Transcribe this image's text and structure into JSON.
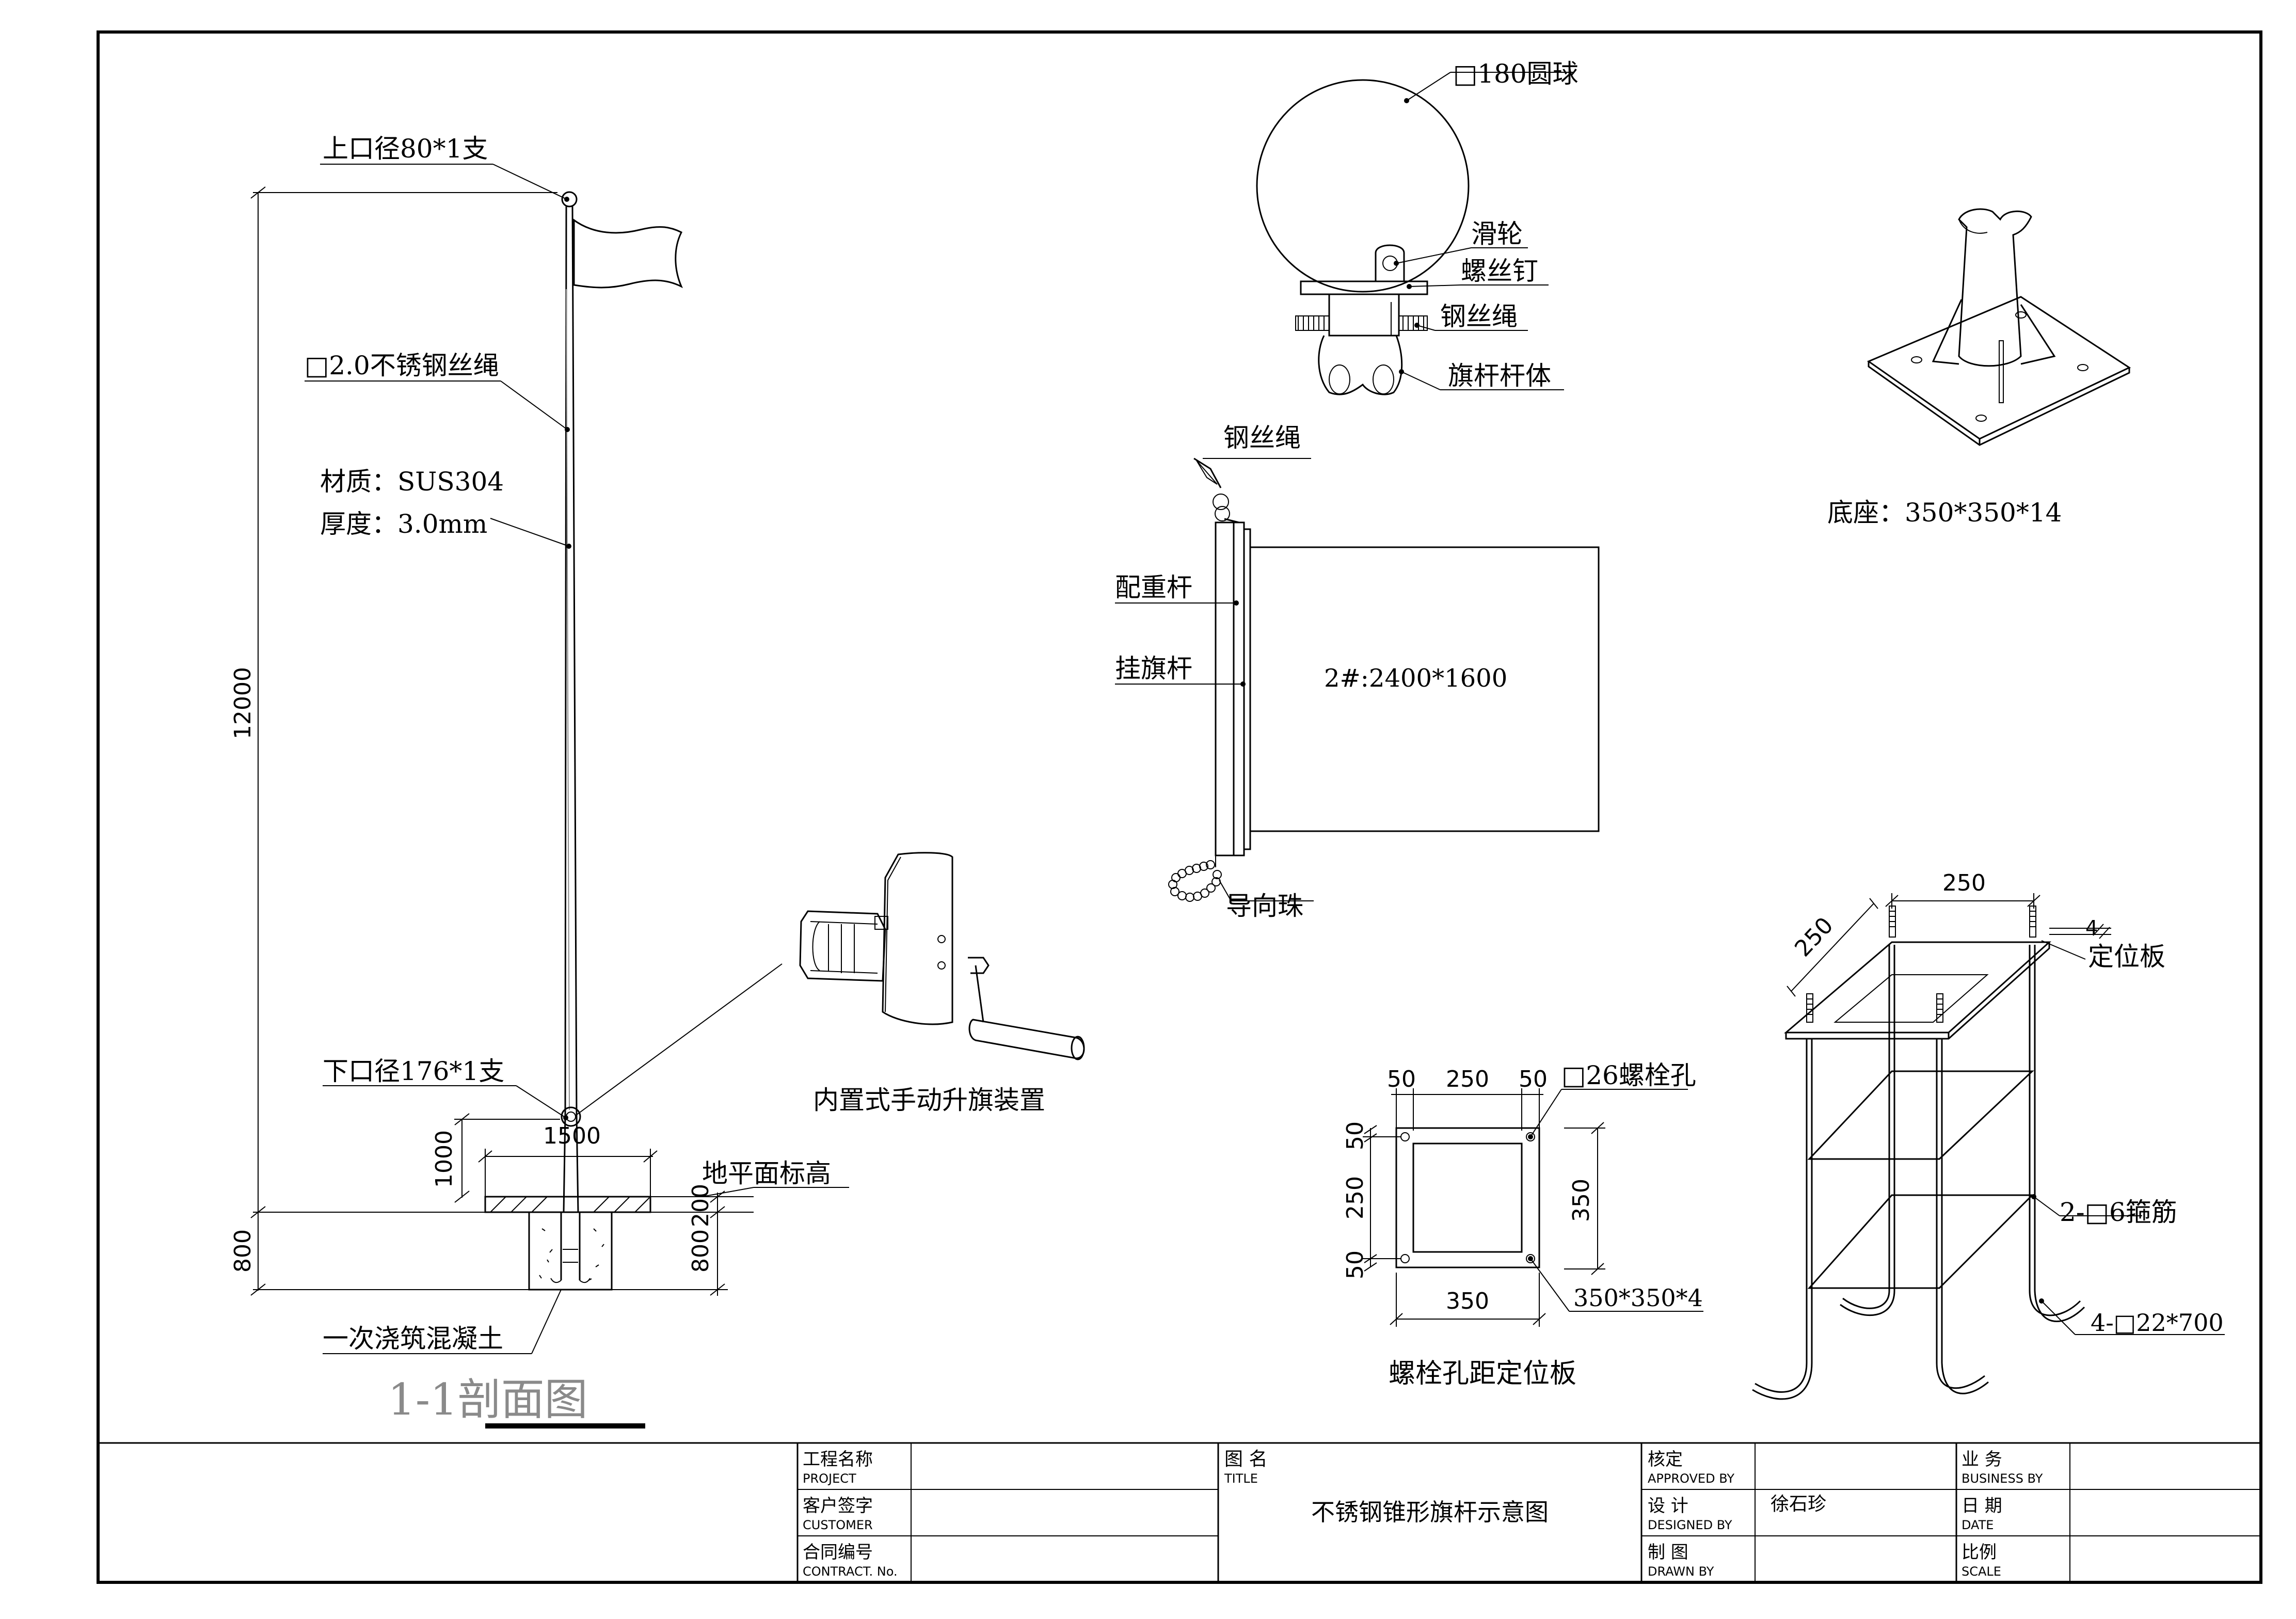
{
  "labels": {
    "top_diameter": "上口径80*1支",
    "wire_rope_spec": "□2.0不锈钢丝绳",
    "material": "材质：SUS304",
    "thickness": "厚度：3.0mm",
    "bottom_diameter": "下口径176*1支",
    "ground_level": "地平面标高",
    "concrete": "一次浇筑混凝土",
    "section_title": "1-1剖面图",
    "winch": "内置式手动升旗装置",
    "ball": "□180圆球",
    "pulley": "滑轮",
    "screw": "螺丝钉",
    "wire_rope": "钢丝绳",
    "pole_body": "旗杆杆体",
    "wire_rope_2": "钢丝绳",
    "counterweight": "配重杆",
    "flag_rod": "挂旗杆",
    "flag_size": "2#:2400*1600",
    "guide_bead": "导向珠",
    "base_plate": "底座：350*350*14",
    "bolt_hole": "□26螺栓孔",
    "plate_spec": "350*350*4",
    "bolt_plate_title": "螺栓孔距定位板",
    "positioning_plate": "定位板",
    "stirrup": "2-□6箍筋",
    "anchor": "4-□22*700"
  },
  "dimensions": {
    "pole_height": "12000",
    "foundation_depth": "800",
    "plinth_height": "1000",
    "plinth_width": "1500",
    "plinth_thickness": "200",
    "foundation_depth_right": "800",
    "hole_edge_left": "50",
    "hole_spacing": "250",
    "hole_edge_right": "50",
    "hole_edge_top": "50",
    "hole_spacing_v": "250",
    "hole_edge_bottom": "50",
    "plate_height": "350",
    "plate_width": "350",
    "cage_width": "250",
    "cage_depth": "250",
    "plate_thk": "4"
  },
  "title_block": {
    "project_cn": "工程名称",
    "project_en": "PROJECT",
    "customer_cn": "客户签字",
    "customer_en": "CUSTOMER",
    "contract_cn": "合同编号",
    "contract_en": "CONTRACT. No.",
    "title_cn": "图 名",
    "title_en": "TITLE",
    "drawing_title": "不锈钢锥形旗杆示意图",
    "approved_cn": "核定",
    "approved_en": "APPROVED BY",
    "designed_cn": "设 计",
    "designed_en": "DESIGNED BY",
    "designer": "徐石珍",
    "drawn_cn": "制 图",
    "drawn_en": "DRAWN BY",
    "business_cn": "业 务",
    "business_en": "BUSINESS BY",
    "date_cn": "日 期",
    "date_en": "DATE",
    "scale_cn": "比例",
    "scale_en": "SCALE"
  }
}
